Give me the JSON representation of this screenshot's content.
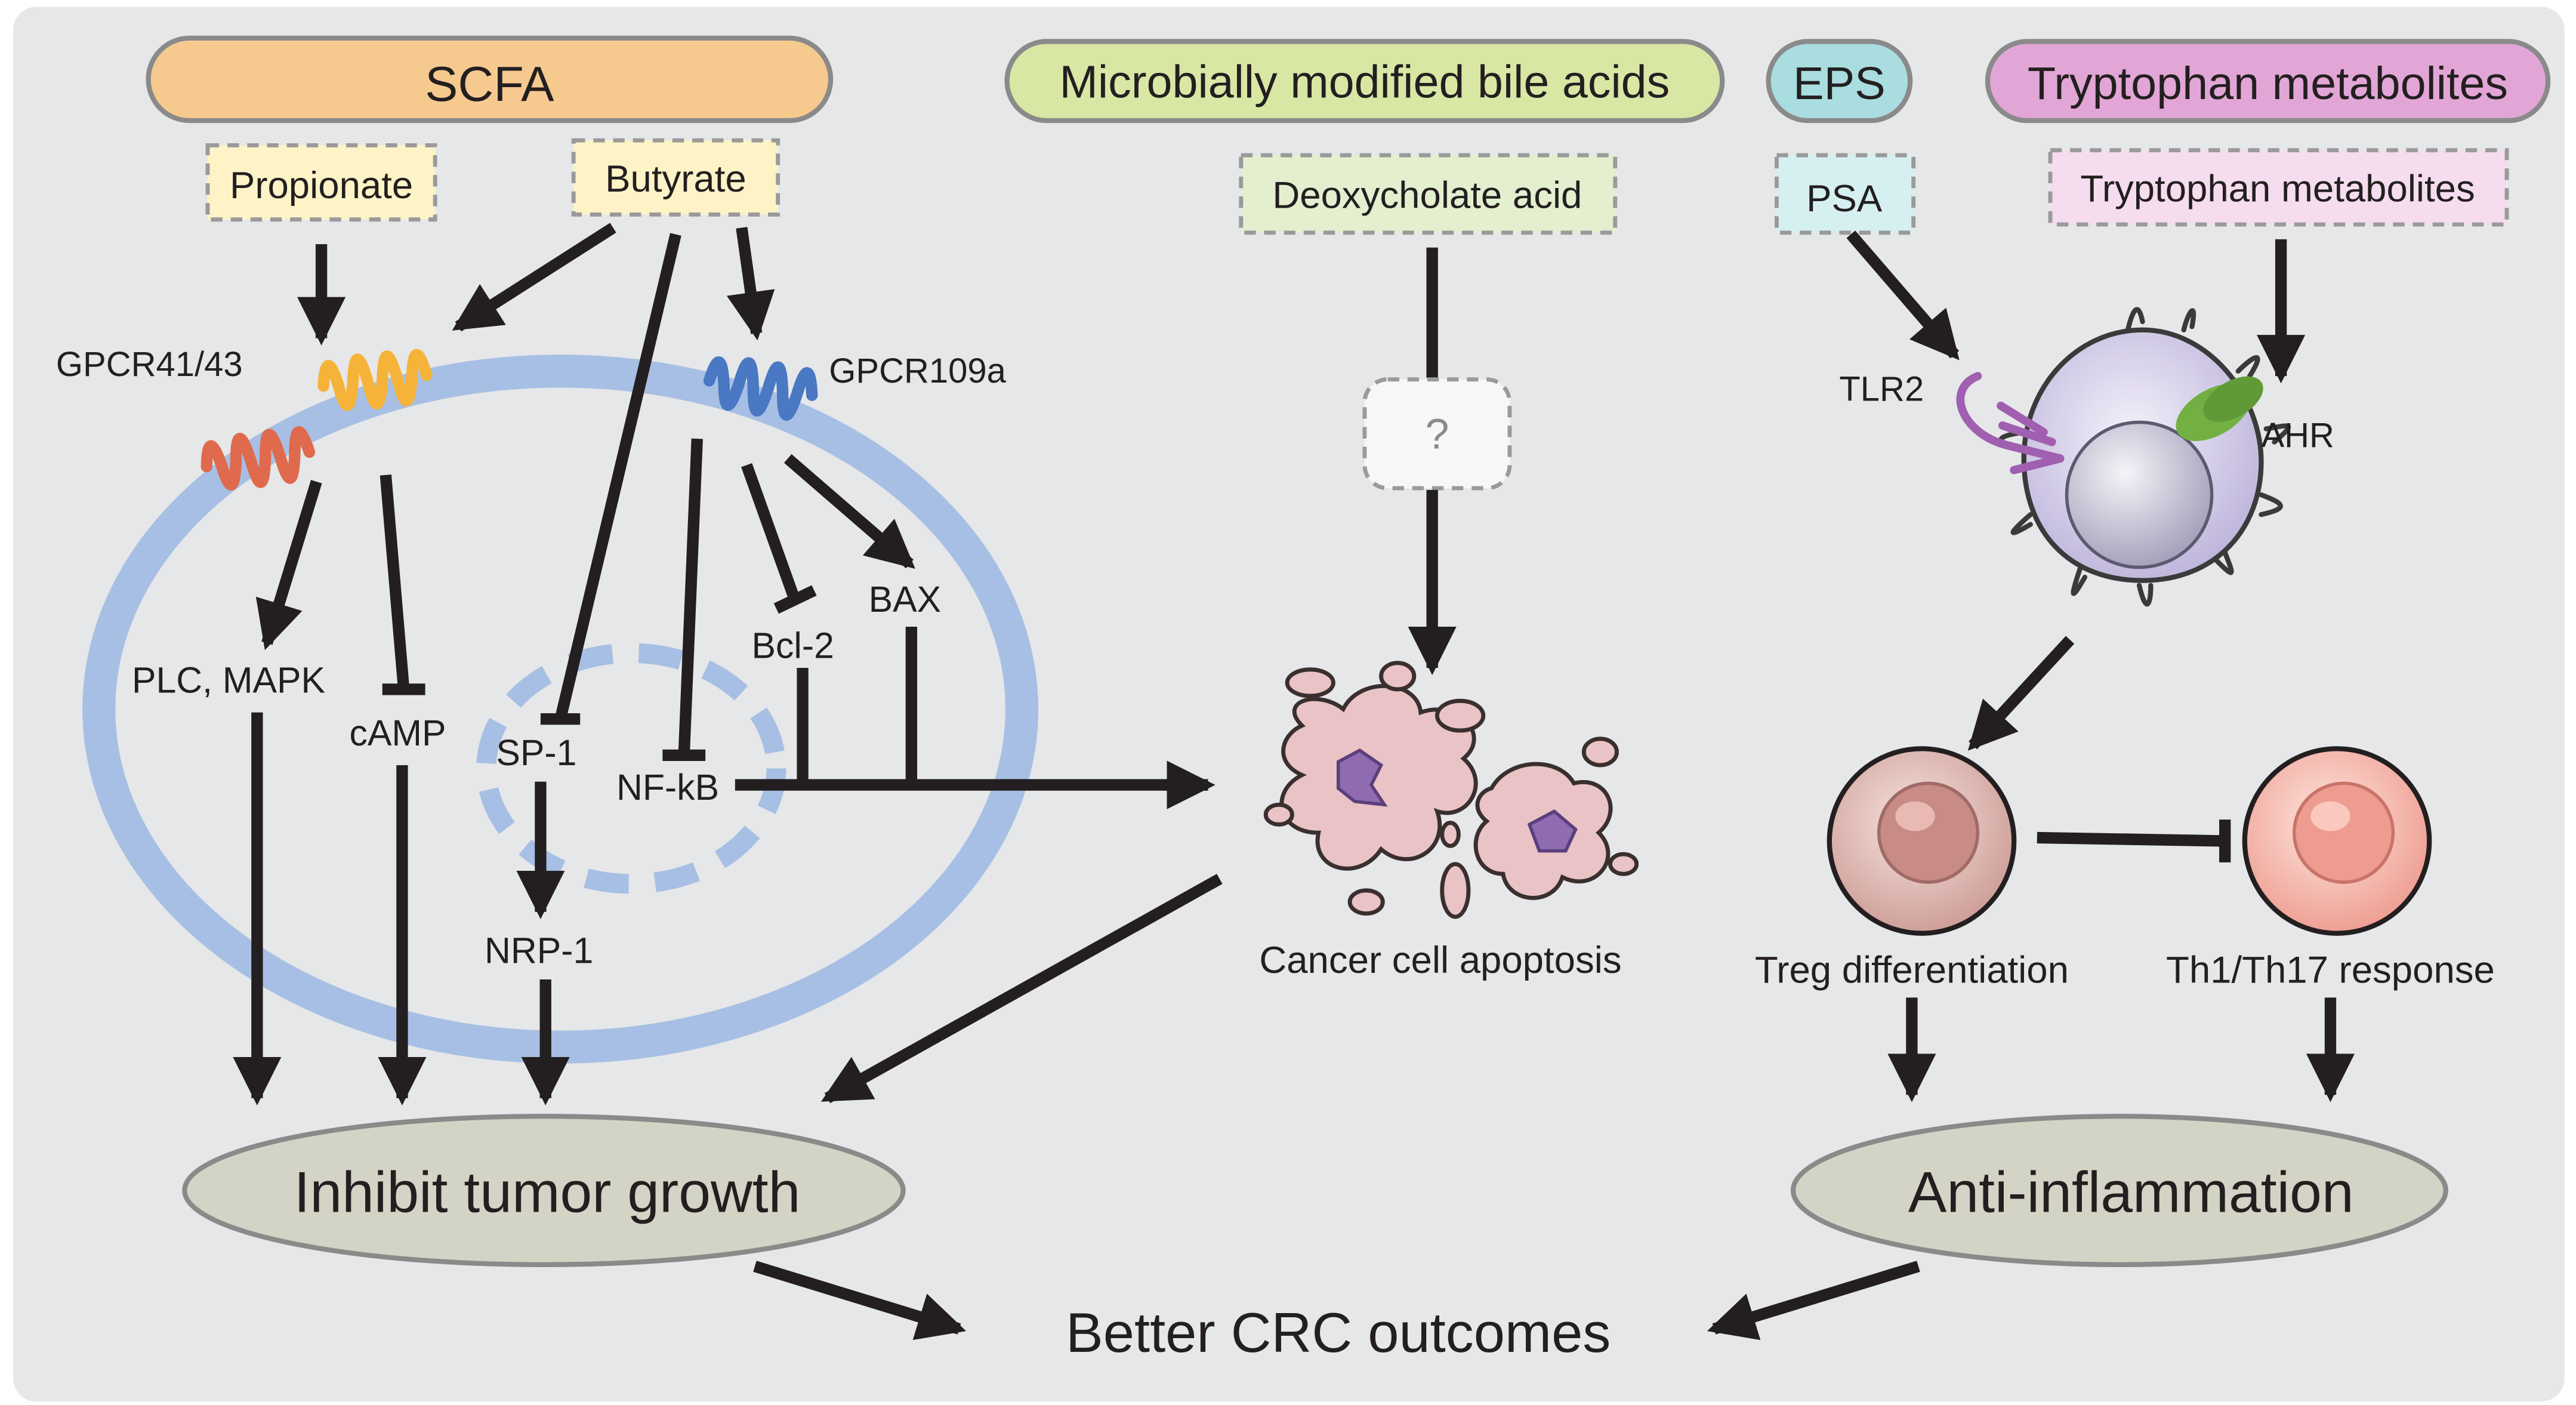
{
  "headers": {
    "scfa": "SCFA",
    "bile": "Microbially modified bile acids",
    "eps": "EPS",
    "trp": "Tryptophan metabolites"
  },
  "sources": {
    "propionate": "Propionate",
    "butyrate": "Butyrate",
    "deoxycholate": "Deoxycholate acid",
    "psa": "PSA",
    "trp_metabolites": "Tryptophan metabolites"
  },
  "receptors": {
    "gpcr4143": "GPCR41/43",
    "gpcr109a": "GPCR109a",
    "tlr2": "TLR2",
    "ahr": "AHR"
  },
  "mediators": {
    "plc_mapk": "PLC, MAPK",
    "camp": "cAMP",
    "sp1": "SP-1",
    "nfkb": "NF-kB",
    "bcl2": "Bcl-2",
    "bax": "BAX",
    "nrp1": "NRP-1",
    "unknown": "?"
  },
  "outcomes": {
    "apoptosis": "Cancer cell apoptosis",
    "treg": "Treg differentiation",
    "th": "Th1/Th17 response",
    "inhibit": "Inhibit tumor growth",
    "anti_inflammation": "Anti-inflammation",
    "final": "Better CRC outcomes"
  },
  "colors": {
    "background": "#e6e7e8",
    "scfa_header": "#f6c98f",
    "bile_header": "#d8e7a4",
    "eps_header": "#a9dde0",
    "trp_header": "#e2a6d6",
    "propionate_box": "#fdf3c6",
    "butyrate_box": "#fdf3c6",
    "deoxycholate_box": "#e3efcf",
    "psa_box": "#d6f0f1",
    "trp_box": "#f5dcee",
    "membrane": "#a7bfe4",
    "gpcr41": "#e06a4d",
    "gpcr43": "#f6b33a",
    "gpcr109a": "#4a78c2",
    "tlr2": "#a05fb0",
    "ahr": "#72b043",
    "outcome_oval": "#d3d4c5",
    "treg_cell": "#d4a6a0",
    "th_cell": "#f2aea3",
    "tumor": "#e9c3c5",
    "nucleus": "#8f6bb0"
  }
}
